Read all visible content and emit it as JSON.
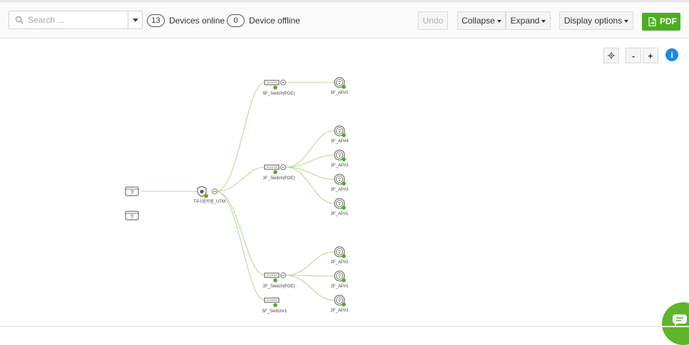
{
  "search": {
    "placeholder": "Search ..."
  },
  "status": {
    "online_count": "13",
    "online_label": "Devices online",
    "offline_count": "0",
    "offline_label": "Device offline"
  },
  "toolbar": {
    "undo": "Undo",
    "collapse": "Collapse",
    "expand": "Expand",
    "display_options": "Display options",
    "pdf": "PDF"
  },
  "zoom": {
    "minus": "-",
    "plus": "+",
    "info": "i"
  },
  "colors": {
    "online": "#4cae20",
    "link": "#b5dd92",
    "accent_blue": "#1e88e5"
  },
  "topology": {
    "unknown_devices": [
      {
        "status": "unknown"
      },
      {
        "status": "unknown"
      }
    ],
    "gateway": {
      "label": "다나음의원_UTM",
      "status": "online"
    },
    "switches": [
      {
        "label": "5F_Switch(POE)",
        "status": "online"
      },
      {
        "label": "3F_Switch(POE)",
        "status": "online"
      },
      {
        "label": "2F_Switch(POE)",
        "status": "online"
      },
      {
        "label": "5F_Switch#1",
        "status": "online"
      }
    ],
    "access_points": [
      {
        "label": "5F_AP#1",
        "switch": 0,
        "status": "online"
      },
      {
        "label": "3F_AP#4",
        "switch": 1,
        "status": "online"
      },
      {
        "label": "3F_AP#2",
        "switch": 1,
        "status": "online"
      },
      {
        "label": "3F_AP#3",
        "switch": 1,
        "status": "online"
      },
      {
        "label": "3F_AP#1",
        "switch": 1,
        "status": "online"
      },
      {
        "label": "2F_AP#2",
        "switch": 2,
        "status": "online"
      },
      {
        "label": "2F_AP#1",
        "switch": 2,
        "status": "online"
      },
      {
        "label": "2F_AP#3",
        "switch": 2,
        "status": "online"
      }
    ]
  }
}
